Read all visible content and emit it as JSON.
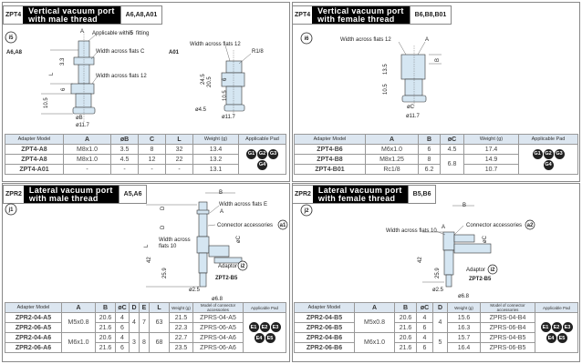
{
  "panels": [
    {
      "prefix": "ZPT4",
      "title1": "Vertical vacuum port",
      "title2": "with male thread",
      "models": "A6,A8,A01",
      "badge": "i5",
      "labels": {
        "sub1": "A6,A8",
        "a": "A",
        "applicable_pre": "Applicable with",
        "applicable_badge": "i5",
        "applicable_post": "fitting",
        "wafc": "Width across flats C",
        "waf12": "Width across flats 12",
        "d33": "3.3",
        "l": "L",
        "d6": "6",
        "d105": "10.5",
        "ob": "øB",
        "o117": "ø11.7",
        "sub2": "A01",
        "a01_waf": "Width across flats 12",
        "r18": "R1/8",
        "d245": "24.5",
        "d205": "20.5",
        "a01_6": "6",
        "a01_105": "10.5",
        "o45": "ø4.5",
        "a01_o117": "ø11.7"
      },
      "table": {
        "headers": [
          "Adapter Model",
          "A",
          "øB",
          "C",
          "L",
          "Weight (g)",
          "Applicable Pad"
        ],
        "rows": [
          [
            "ZPT4-A8",
            "M8x1.0",
            "3.5",
            "8",
            "32",
            "13.4"
          ],
          [
            "ZPT4-A8",
            "M8x1.0",
            "4.5",
            "12",
            "22",
            "13.2"
          ],
          [
            "ZPT4-A01",
            "-",
            "-",
            "-",
            "-",
            "13.1"
          ]
        ],
        "pads": [
          "G1",
          "G2",
          "G3",
          "G4"
        ]
      }
    },
    {
      "prefix": "ZPT4",
      "title1": "Vertical vacuum port",
      "title2": "with female thread",
      "models": "B6,B8,B01",
      "badge": "i6",
      "labels": {
        "waf12": "Width across flats 12",
        "a": "A",
        "b": "B",
        "d135": "13.5",
        "d105": "10.5",
        "oc": "øC",
        "o117": "ø11.7"
      },
      "table": {
        "headers": [
          "Adapter Model",
          "A",
          "B",
          "øC",
          "Weight (g)",
          "Applicable Pad"
        ],
        "rows": [
          [
            "ZPT4-B6",
            "M6x1.0",
            "6",
            "4.5",
            "17.4"
          ],
          [
            "ZPT4-B8",
            "M8x1.25",
            "8",
            "6.8",
            "14.9"
          ],
          [
            "ZPT4-B01",
            "Rc1/8",
            "6.2",
            "",
            "10.7"
          ]
        ],
        "pads": [
          "G1",
          "G2",
          "G3",
          "G4"
        ]
      }
    },
    {
      "prefix": "ZPR2",
      "title1": "Lateral vacuum port",
      "title2": "with male thread",
      "models": "A5,A6",
      "badge": "j1",
      "labels": {
        "b": "B",
        "wafe": "Width across flats E",
        "d": "D",
        "a": "A",
        "conn": "Connector accessories",
        "conn_badge": "a1",
        "waf10a": "Width across",
        "waf10b": "flats 10",
        "l": "L",
        "oc": "øC",
        "d42": "42",
        "d259": "25.9",
        "adaptor": "Adaptor",
        "adaptor_badge": "i2",
        "zpt": "ZPT2-B5",
        "o25": "ø2.5",
        "o68": "ø6.8"
      },
      "table": {
        "headers": [
          "Adapter Model",
          "A",
          "B",
          "øC",
          "D",
          "E",
          "L",
          "Weight (g)",
          "Model of connector accessories",
          "Applicable Pad"
        ],
        "rows": [
          [
            "ZPR2-04-A5",
            "M5x0.8",
            "20.6",
            "4",
            "4",
            "7",
            "63",
            "21.5",
            "ZPRS-04-A5"
          ],
          [
            "ZPR2-06-A5",
            "",
            "21.6",
            "6",
            "",
            "",
            "",
            "22.3",
            "ZPRS-06-A5"
          ],
          [
            "ZPR2-04-A6",
            "M6x1.0",
            "20.6",
            "4",
            "3",
            "8",
            "68",
            "22.7",
            "ZPRS-04-A6"
          ],
          [
            "ZPR2-06-A6",
            "",
            "21.6",
            "6",
            "",
            "",
            "",
            "23.5",
            "ZPRS-06-A6"
          ]
        ],
        "pads": [
          "E1",
          "E2",
          "E3",
          "E4",
          "E5"
        ]
      }
    },
    {
      "prefix": "ZPR2",
      "title1": "Lateral vacuum port",
      "title2": "with female thread",
      "models": "B5,B6",
      "badge": "j2",
      "labels": {
        "b": "B",
        "waf10": "Width across flats 10",
        "a": "A",
        "conn": "Connector accessories",
        "conn_badge": "a2",
        "oc": "øC",
        "d42": "42",
        "d259": "25.9",
        "adaptor": "Adaptor",
        "adaptor_badge": "i2",
        "zpt": "ZPT2-B5",
        "o25": "ø2.5",
        "o68": "ø6.8"
      },
      "table": {
        "headers": [
          "Adapter Model",
          "A",
          "B",
          "øC",
          "D",
          "Weight (g)",
          "Model of connector accessories",
          "Applicable Pad"
        ],
        "rows": [
          [
            "ZPR2-04-B5",
            "M5x0.8",
            "20.6",
            "4",
            "4",
            "15.6",
            "ZPRS-04-B4"
          ],
          [
            "ZPR2-06-B5",
            "",
            "21.6",
            "6",
            "",
            "16.3",
            "ZPRS-06-B4"
          ],
          [
            "ZPR2-04-B6",
            "M6x1.0",
            "20.6",
            "4",
            "5",
            "15.7",
            "ZPRS-04-B5"
          ],
          [
            "ZPR2-06-B6",
            "",
            "21.6",
            "6",
            "",
            "16.4",
            "ZPRS-06-B5"
          ]
        ],
        "pads": [
          "E1",
          "E2",
          "E3",
          "E4",
          "E5"
        ]
      }
    }
  ],
  "colors": {
    "header_fill": "#dce6f0",
    "part_fill": "#d5e6f2",
    "title_bg": "#000000"
  }
}
